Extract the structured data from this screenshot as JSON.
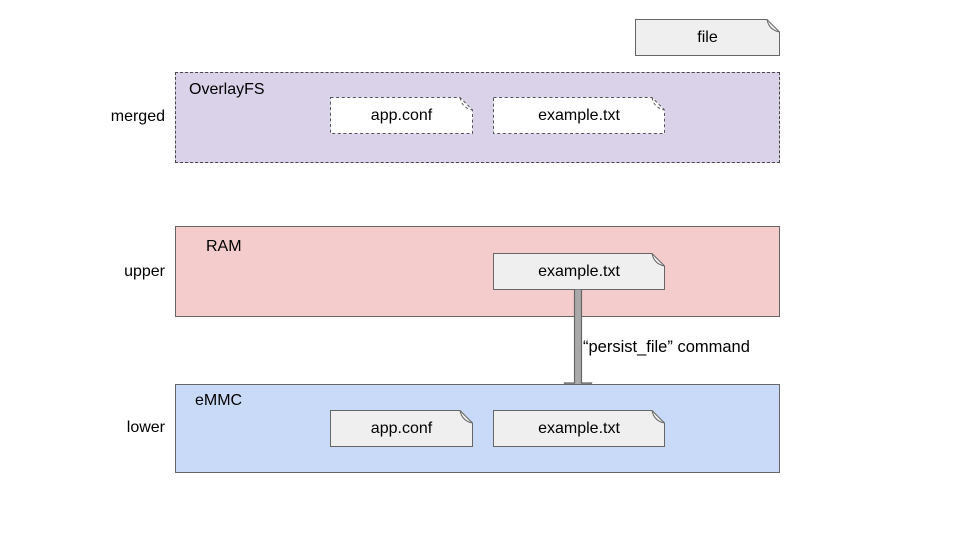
{
  "legend": {
    "label": "file"
  },
  "layers": [
    {
      "row_label": "merged",
      "box_label": "OverlayFS",
      "fill": "#d9d2e9",
      "border_style": "dashed",
      "files": [
        {
          "label": "app.conf"
        },
        {
          "label": "example.txt"
        }
      ]
    },
    {
      "row_label": "upper",
      "box_label": "RAM",
      "fill": "#f4cccc",
      "border_style": "solid",
      "files": [
        {
          "label": "example.txt"
        }
      ]
    },
    {
      "row_label": "lower",
      "box_label": "eMMC",
      "fill": "#c9daf8",
      "border_style": "solid",
      "files": [
        {
          "label": "app.conf"
        },
        {
          "label": "example.txt"
        }
      ]
    }
  ],
  "arrow": {
    "label": "“persist_file” command",
    "fill": "#a9a9a9",
    "stroke": "#666666",
    "direction": "down"
  },
  "colors": {
    "merged_fill": "#d9d2e9",
    "upper_fill": "#f4cccc",
    "lower_fill": "#c9daf8",
    "file_fill_solid": "#efefef",
    "file_fill_dashed": "#ffffff",
    "border": "#666666",
    "background": "#ffffff"
  }
}
